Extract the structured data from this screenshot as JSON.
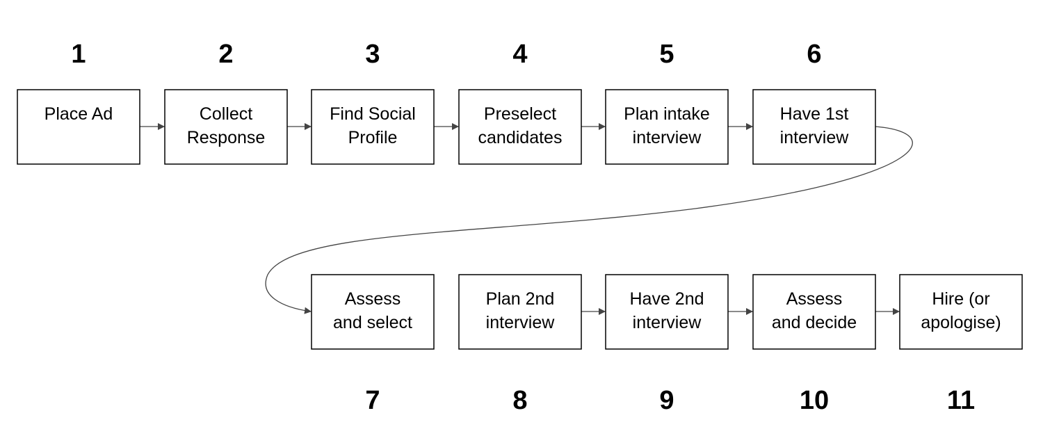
{
  "steps": [
    {
      "number": "1",
      "label": [
        "Place Ad"
      ]
    },
    {
      "number": "2",
      "label": [
        "Collect",
        "Response"
      ]
    },
    {
      "number": "3",
      "label": [
        "Find Social",
        "Profile"
      ]
    },
    {
      "number": "4",
      "label": [
        "Preselect",
        "candidates"
      ]
    },
    {
      "number": "5",
      "label": [
        "Plan intake",
        "interview"
      ]
    },
    {
      "number": "6",
      "label": [
        "Have 1st",
        "interview"
      ]
    },
    {
      "number": "7",
      "label": [
        "Assess",
        "and select"
      ]
    },
    {
      "number": "8",
      "label": [
        "Plan 2nd",
        "interview"
      ]
    },
    {
      "number": "9",
      "label": [
        "Have 2nd",
        "interview"
      ]
    },
    {
      "number": "10",
      "label": [
        "Assess",
        "and decide"
      ]
    },
    {
      "number": "11",
      "label": [
        "Hire (or",
        "apologise)"
      ]
    }
  ],
  "connections": [
    {
      "from": "1",
      "to": "2"
    },
    {
      "from": "2",
      "to": "3"
    },
    {
      "from": "3",
      "to": "4"
    },
    {
      "from": "4",
      "to": "5"
    },
    {
      "from": "5",
      "to": "6"
    },
    {
      "from": "6",
      "to": "7"
    },
    {
      "from": "8",
      "to": "9"
    },
    {
      "from": "9",
      "to": "10"
    },
    {
      "from": "10",
      "to": "11"
    }
  ],
  "colors": {
    "box_border": "#000000",
    "arrow": "#444444",
    "text": "#000000"
  }
}
